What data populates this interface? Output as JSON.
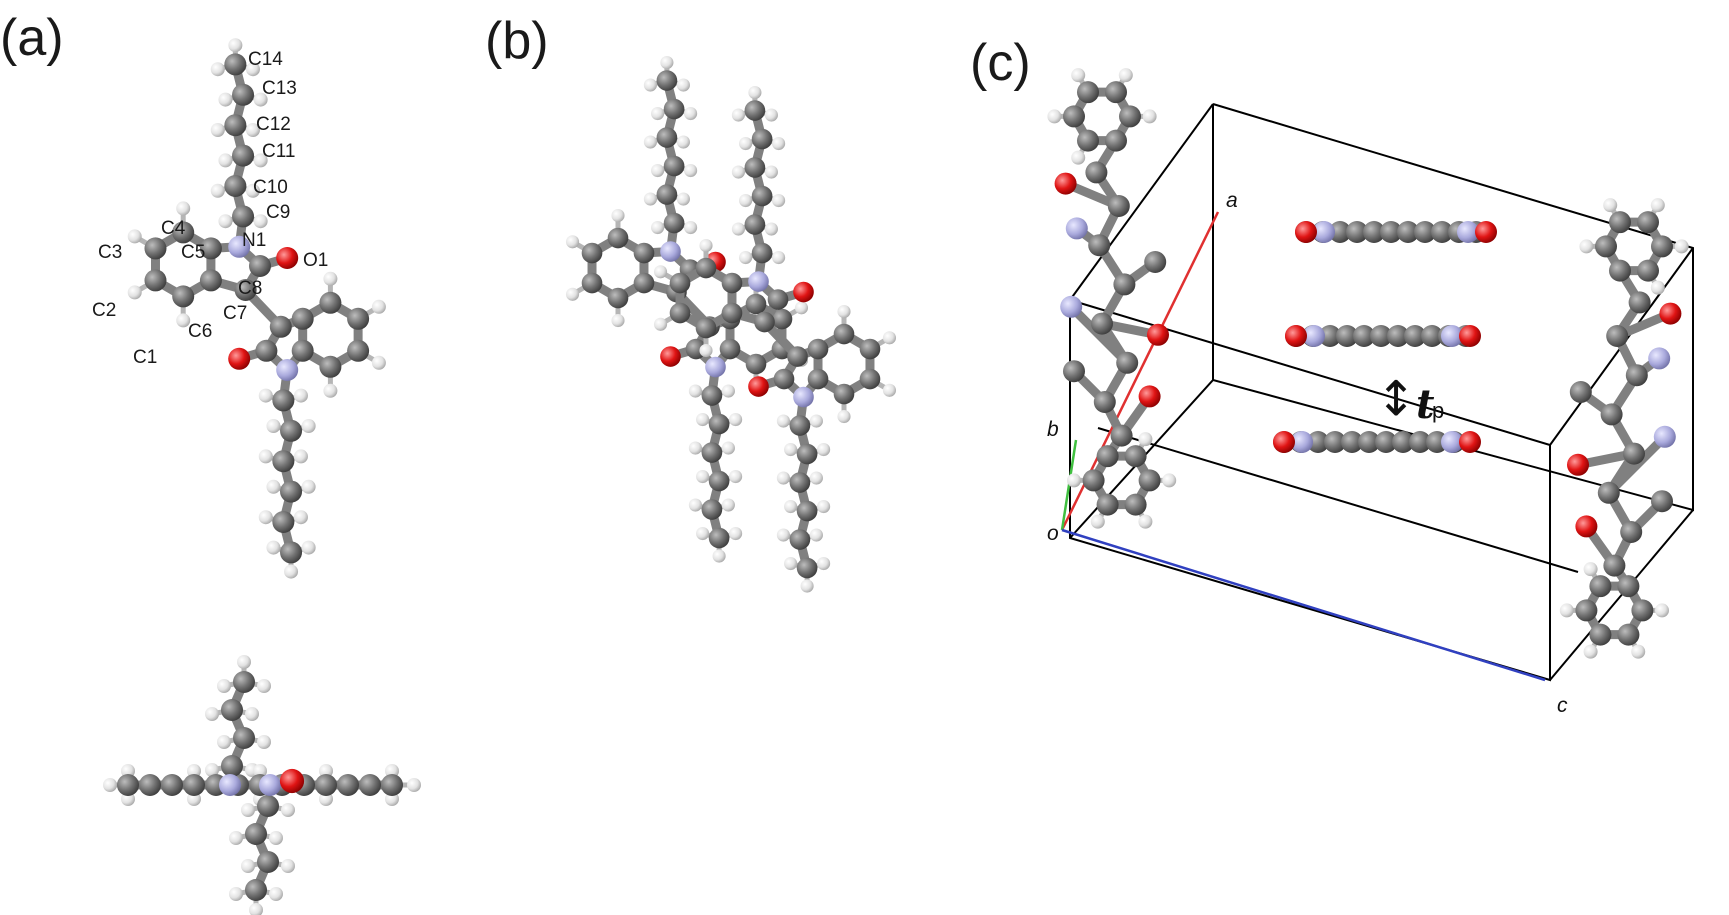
{
  "panels": {
    "a": {
      "label": "(a)"
    },
    "b": {
      "label": "(b)"
    },
    "c": {
      "label": "(c)"
    }
  },
  "atom_labels": {
    "C14": "C14",
    "C13": "C13",
    "C12": "C12",
    "C11": "C11",
    "C10": "C10",
    "C9": "C9",
    "C4": "C4",
    "N1": "N1",
    "C3": "C3",
    "C5": "C5",
    "O1": "O1",
    "C8": "C8",
    "C2": "C2",
    "C7": "C7",
    "C6": "C6",
    "C1": "C1"
  },
  "cell_axes": {
    "a": "a",
    "b": "b",
    "o": "o",
    "c": "c"
  },
  "stacking": {
    "symbol": "t",
    "subscript": "p",
    "arrow": "↕"
  },
  "colors": {
    "carbon": "#6e6e6e",
    "hydrogen": "#e6e6e6",
    "nitrogen": "#a6a6d8",
    "oxygen": "#e01010",
    "axis_a": "#e03030",
    "axis_b": "#40c040",
    "axis_c": "#3040c0"
  }
}
